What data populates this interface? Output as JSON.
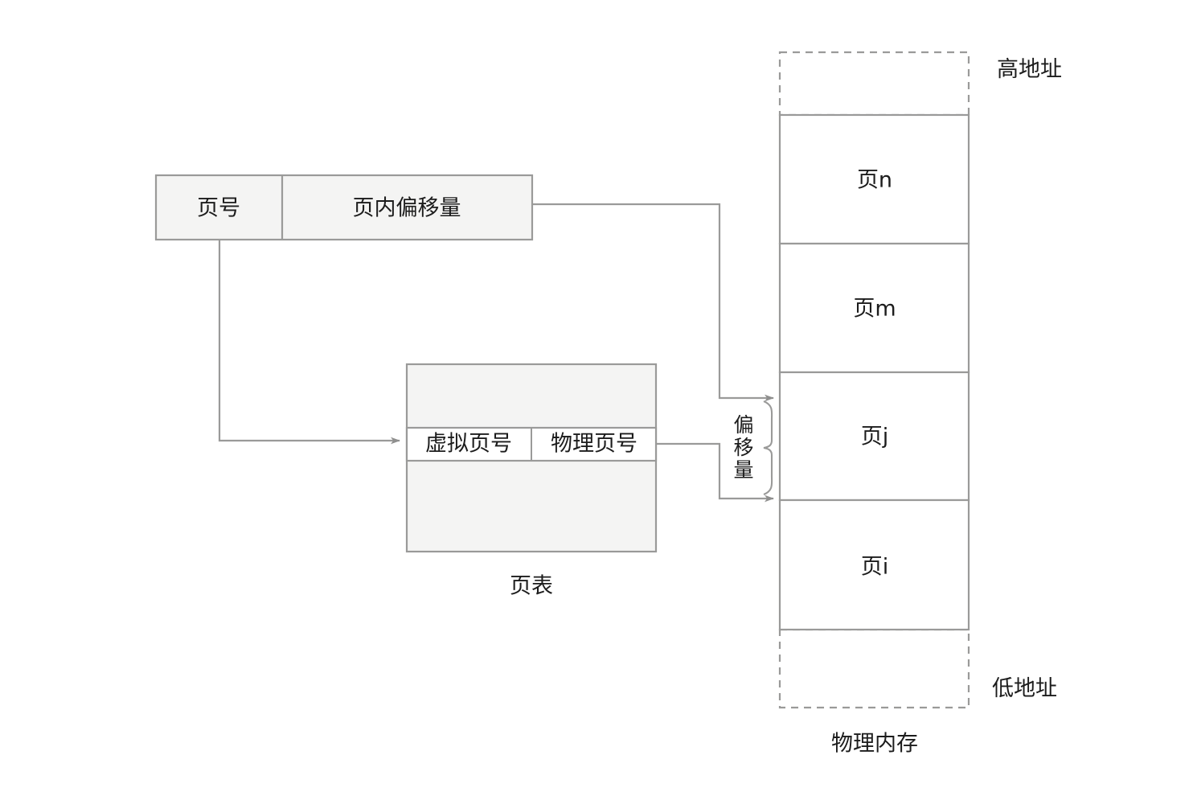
{
  "diagram": {
    "title_caption_memory": "物理内存",
    "title_caption_pagetable": "页表",
    "virtual_address": {
      "page_number_label": "页号",
      "page_offset_label": "页内偏移量"
    },
    "page_table": {
      "virtual_page_number_label": "虚拟页号",
      "physical_page_number_label": "物理页号"
    },
    "offset_bracket_label": "偏移量",
    "memory": {
      "high_address_label": "高地址",
      "low_address_label": "低地址",
      "blocks": [
        {
          "label": "页n"
        },
        {
          "label": "页m"
        },
        {
          "label": "页j"
        },
        {
          "label": "页i"
        }
      ]
    },
    "colors": {
      "stroke": "#9a9a99",
      "fill_light": "#f4f4f3",
      "fill_white": "#ffffff",
      "text": "#1c1c1c",
      "background": "#ffffff",
      "arrow": "#8f8f8e"
    }
  }
}
